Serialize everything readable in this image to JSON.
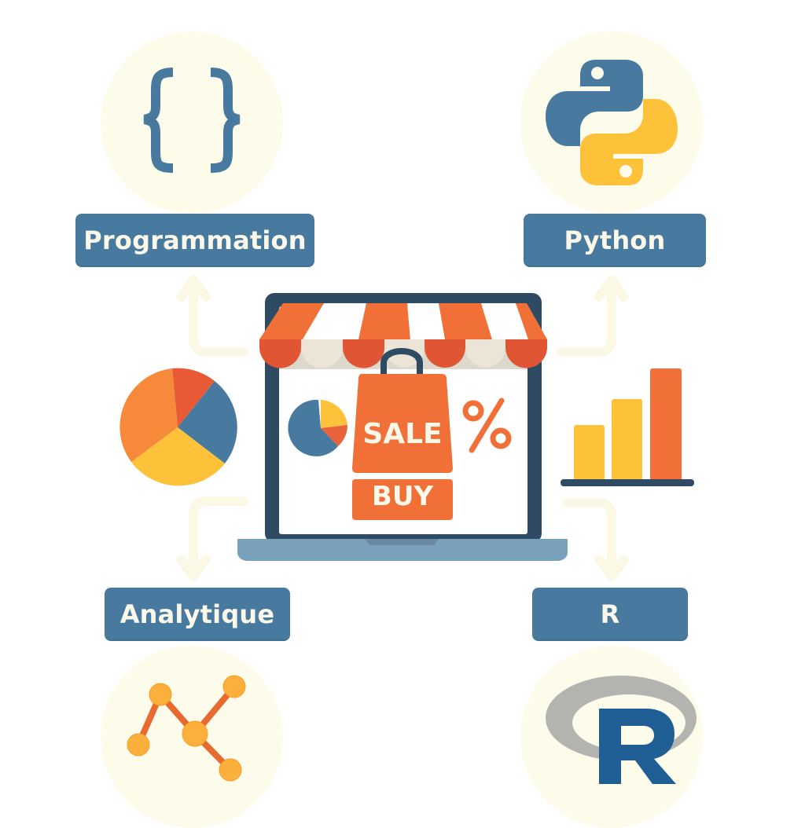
{
  "title": "E-commerce data skills diagram",
  "nodes": {
    "programmation": {
      "label": "Programmation",
      "icon": "curly-braces-icon"
    },
    "python": {
      "label": "Python",
      "icon": "python-logo-icon"
    },
    "analytique": {
      "label": "Analytique",
      "icon": "line-network-icon"
    },
    "r": {
      "label": "R",
      "icon": "r-logo-icon"
    }
  },
  "center": {
    "icon": "laptop-storefront-icon",
    "sale_label": "SALE",
    "buy_label": "BUY",
    "percent_symbol": "%"
  },
  "side_icons": {
    "left": "pie-chart-icon",
    "right": "bar-chart-icon"
  },
  "colors": {
    "label_bg": "#487aa0",
    "label_text": "#fbf8ea",
    "circle_bg": "#fdfbea",
    "orange": "#f07038",
    "orange_dark": "#e05533",
    "yellow": "#fdc13a",
    "navy": "#2f4a63",
    "blue": "#487aa0",
    "arrow": "#fcf8e6"
  }
}
